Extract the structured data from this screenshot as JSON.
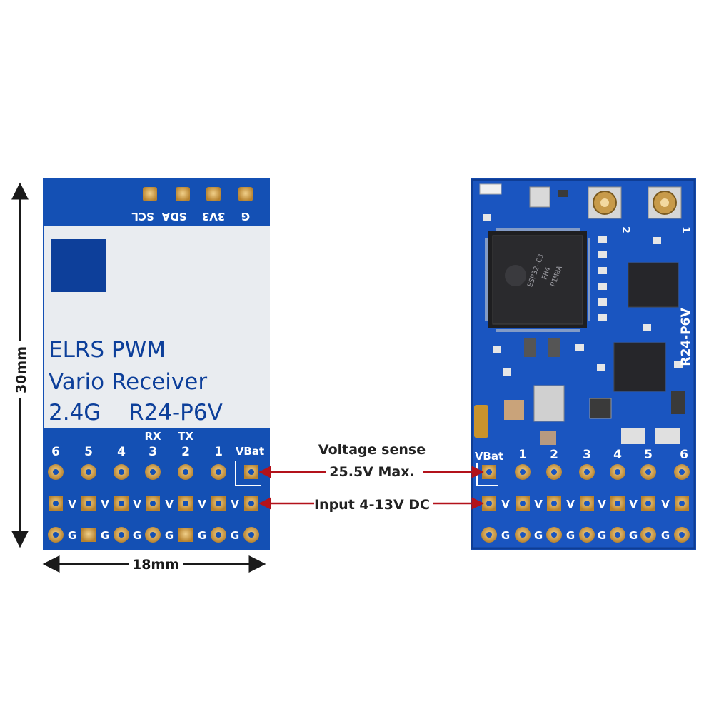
{
  "dimensions": {
    "height": "30mm",
    "width": "18mm"
  },
  "front": {
    "top_pad_labels": [
      "SDA",
      "SCL",
      "3V3",
      "G"
    ],
    "title_line1": "ELRS PWM",
    "title_line2": "Vario Receiver",
    "title_line3_left": "2.4G",
    "title_line3_right": "R24-P6V",
    "uart_labels": [
      "RX",
      "TX"
    ],
    "channel_labels": [
      "6",
      "5",
      "4",
      "3",
      "2",
      "1"
    ],
    "vbat_label": "VBat",
    "power_row_label": "V",
    "ground_row_label": "G"
  },
  "back": {
    "vbat_label": "VBat",
    "channel_labels": [
      "1",
      "2",
      "3",
      "4",
      "5",
      "6"
    ],
    "antenna_labels": [
      "2",
      "1"
    ],
    "model_label": "R24-P6V",
    "mcu_marking": [
      "ESP32-C3",
      "FH4",
      "P1M0A"
    ],
    "power_row_label": "V",
    "ground_row_label": "G"
  },
  "annotations": {
    "voltage_sense_line1": "Voltage sense",
    "voltage_sense_line2": "25.5V Max.",
    "input_voltage": "Input 4-13V DC"
  },
  "colors": {
    "pcb_blue": "#1450b4",
    "label_white": "#e9ecf0",
    "gold_pad": "#d7a24a",
    "arrow_red": "#b3121b"
  }
}
